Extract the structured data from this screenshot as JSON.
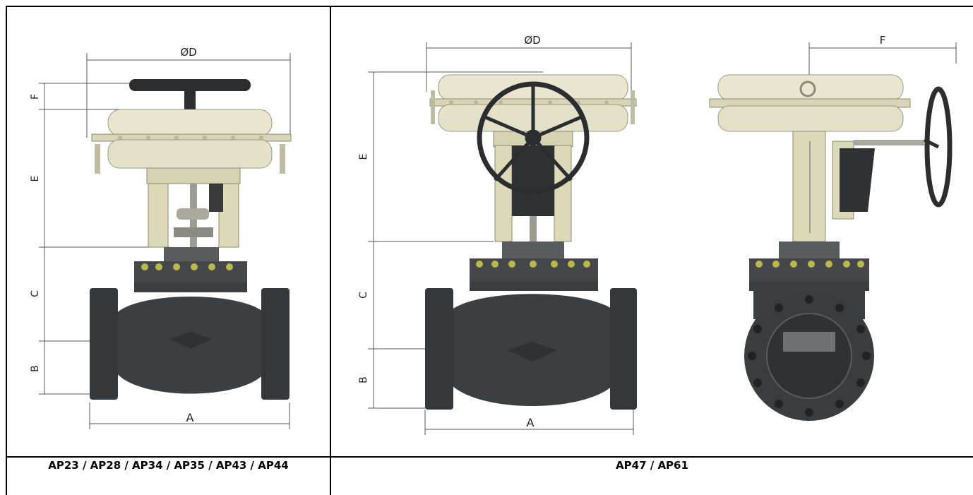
{
  "drawing_left": {
    "labels": {
      "diameter": "ØD",
      "a": "A",
      "b": "B",
      "c": "C",
      "e": "E",
      "f": "F"
    },
    "caption": "AP23 / AP28 / AP34 / AP35 / AP43 / AP44"
  },
  "drawing_right": {
    "labels": {
      "diameter": "ØD",
      "a": "A",
      "b": "B",
      "c": "C",
      "e": "E",
      "f": "F"
    },
    "caption": "AP47 / AP61"
  },
  "colors": {
    "body": "#3c3f42",
    "actuator": "#e8e6cf",
    "yoke": "#dcd9b8",
    "handwheel": "#2b2d2f",
    "bolt": "#b8b94a",
    "dim_line": "#555555"
  }
}
